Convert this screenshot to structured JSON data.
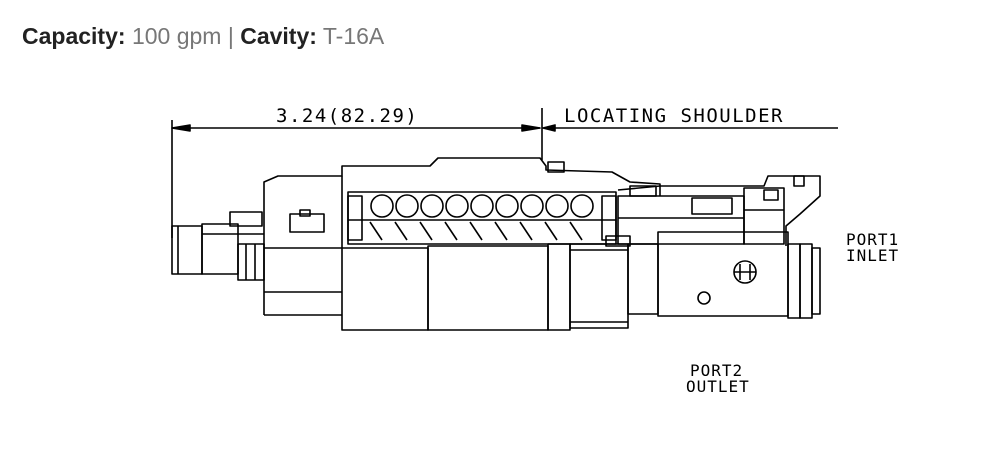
{
  "specs": {
    "capacity_label": "Capacity:",
    "capacity_value": "100 gpm",
    "separator": "|",
    "cavity_label": "Cavity:",
    "cavity_value": "T-16A"
  },
  "drawing": {
    "dimension": "3.24(82.29)",
    "locating_shoulder": "LOCATING SHOULDER",
    "port1_line1": "PORT1",
    "port1_line2": "INLET",
    "port2_line1": "PORT2",
    "port2_line2": "OUTLET"
  }
}
